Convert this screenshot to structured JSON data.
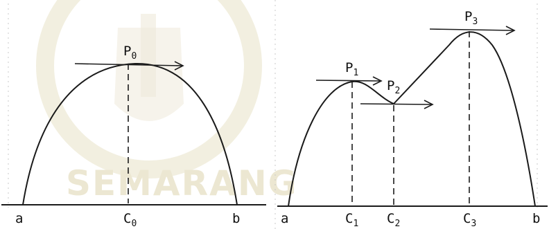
{
  "watermark": {
    "text": "SEMARANG"
  },
  "left_diagram": {
    "point_label": "P",
    "point_sub": "0",
    "endpoint_left": "a",
    "endpoint_right": "b",
    "c_label": "C",
    "c_sub": "0"
  },
  "right_diagram": {
    "points": [
      {
        "label": "P",
        "sub": "1"
      },
      {
        "label": "P",
        "sub": "2"
      },
      {
        "label": "P",
        "sub": "3"
      }
    ],
    "endpoint_left": "a",
    "endpoint_right": "b",
    "c_labels": [
      {
        "label": "C",
        "sub": "1"
      },
      {
        "label": "C",
        "sub": "2"
      },
      {
        "label": "C",
        "sub": "3"
      }
    ]
  }
}
